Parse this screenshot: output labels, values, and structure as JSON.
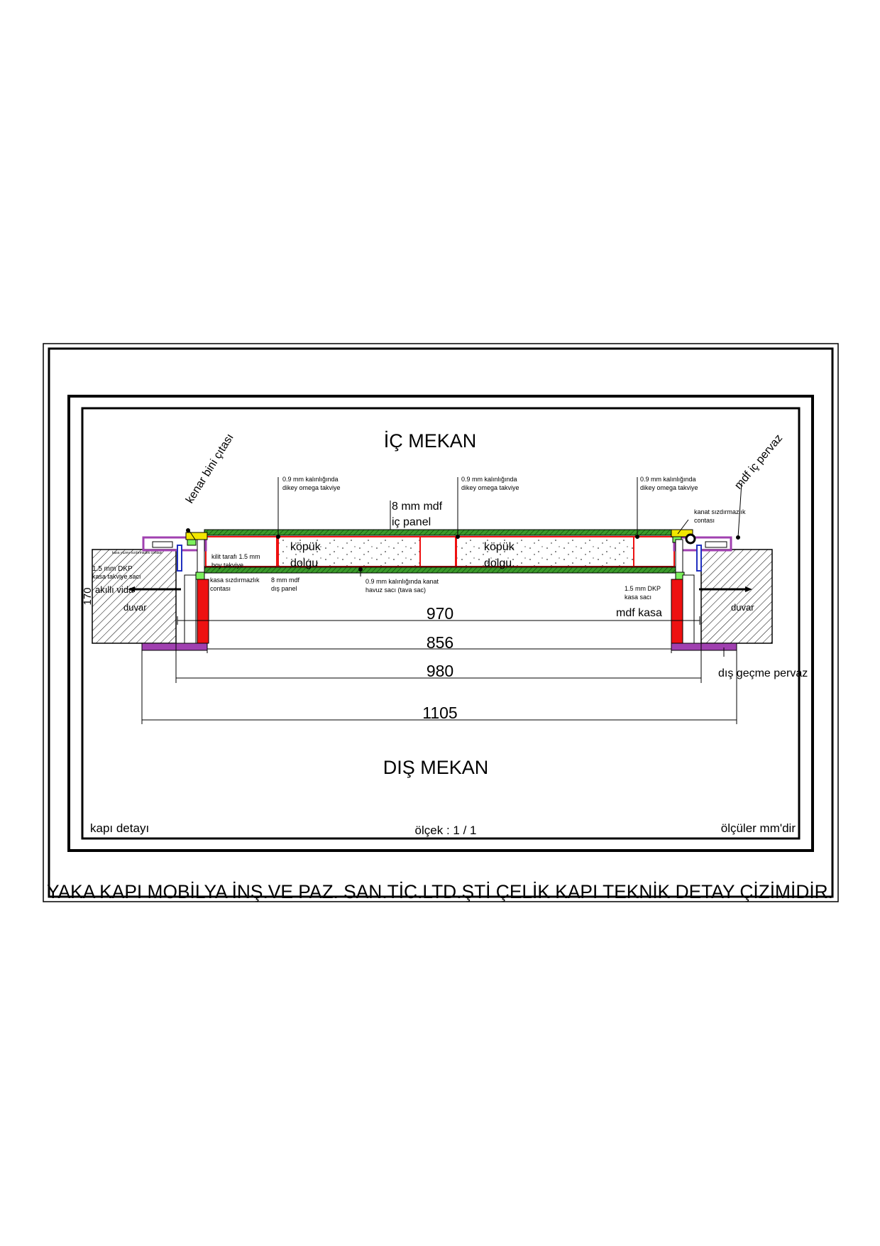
{
  "drawing": {
    "inside_label": "İÇ MEKAN",
    "outside_label": "DIŞ MEKAN",
    "footer_left": "kapı detayı",
    "footer_center": "ölçek : 1 / 1",
    "footer_right": "ölçüler mm'dir",
    "company_title": "YAKA KAPI MOBİLYA İNŞ.VE PAZ. SAN.TİC.LTD.ŞTİ ÇELİK KAPI TEKNİK DETAY ÇİZİMİDİR."
  },
  "annotations": {
    "kenar_bini": "kenar bini çıtası",
    "mdf_ic_pervaz": "mdf iç pervaz",
    "omega_1a": "0.9 mm kalınlığında",
    "omega_1b": "dikey omega takviye",
    "omega_2a": "0.9 mm kalınlığında",
    "omega_2b": "dikey omega takviye",
    "omega_3a": "0.9 mm kalınlığında",
    "omega_3b": "dikey omega takviye",
    "mdf_ic_panel_1": "8 mm mdf",
    "mdf_ic_panel_2": "iç panel",
    "kanat_conta_1": "kanat sızdırmazlık",
    "kanat_conta_2": "contası",
    "kopuk_1a": "köpük",
    "kopuk_1b": "dolgu",
    "kopuk_2a": "köpük",
    "kopuk_2b": "dolgu.",
    "kilit_1": "kilit tarafı 1.5 mm",
    "kilit_2": "boy takviye",
    "dkp_left_1": "1.5 mm DKP",
    "dkp_left_2": "kasa takviye sacı",
    "akilli_vida": "akıllı vida",
    "kasa_conta_1": "kasa sızdırmazlık",
    "kasa_conta_2": "contası",
    "mdf_dis_1": "8 mm mdf",
    "mdf_dis_2": "dış panel",
    "havuz_1": "0.9 mm kalınlığında  kanat",
    "havuz_2": "havuz sacı (tava sac)",
    "dkp_right_1": "1.5 mm DKP",
    "dkp_right_2": "kasa sacı",
    "mdf_kasa": "mdf kasa",
    "duvar_left": "duvar",
    "duvar_right": "duvar",
    "dis_gecme": "dış geçme pervaz",
    "tiny_note": "kasa yüzey sızdırmazlık contası"
  },
  "dimensions": {
    "d970": "970",
    "d856": "856",
    "d980": "980",
    "d1105": "1105",
    "d170": "170"
  },
  "colors": {
    "mdf_green": "#3a9a2a",
    "frame_red": "#ee1111",
    "pervaz_purple": "#a040b0",
    "yellow": "#f2e600",
    "light_green": "#7cf05c",
    "blue": "#2030c0"
  }
}
